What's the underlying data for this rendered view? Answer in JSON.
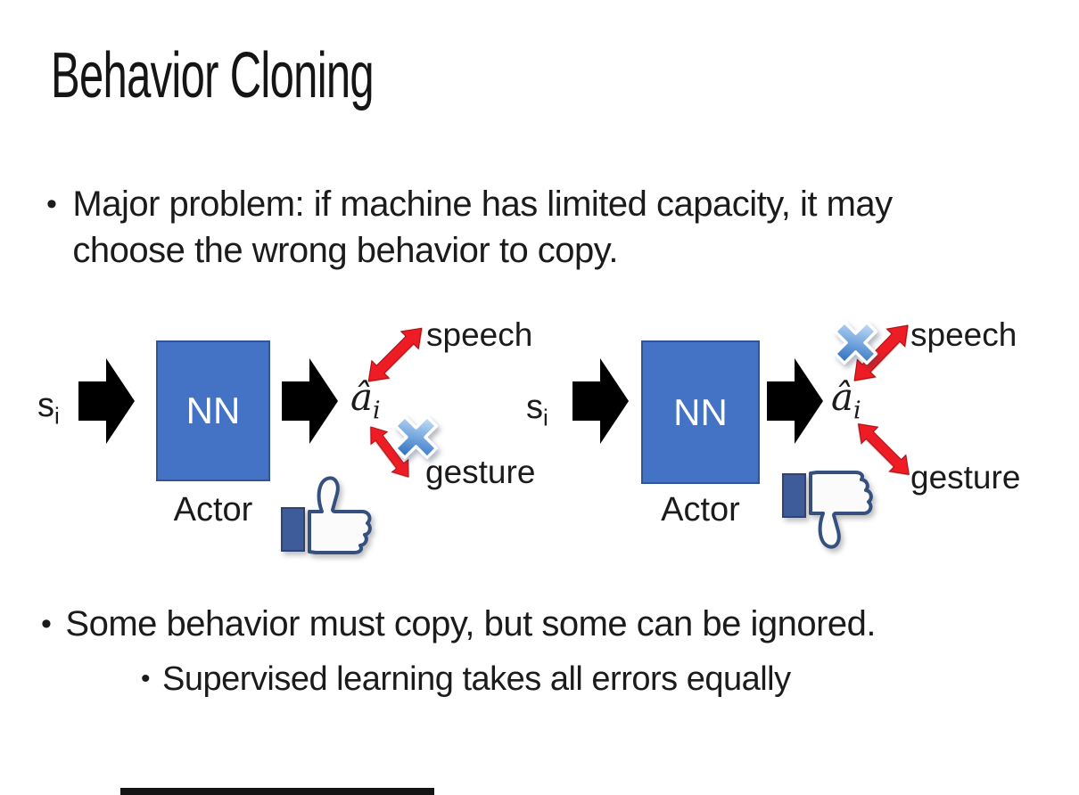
{
  "slide": {
    "title": "Behavior Cloning",
    "bullet_marker": "•",
    "bullets": {
      "major_problem": "Major problem: if machine has limited capacity, it may choose the wrong behavior to copy.",
      "some_behavior": "Some behavior must copy, but some can be ignored.",
      "supervised": "Supervised learning takes all errors equally"
    },
    "diagrams": {
      "left": {
        "input_main": "s",
        "input_sub": "i",
        "nn_label": "NN",
        "output_main": "â",
        "output_sub": "i",
        "actor_label": "Actor",
        "speech_label": "speech",
        "gesture_label": "gesture",
        "crossed_out": "gesture",
        "feedback_icon": "thumbs-up"
      },
      "right": {
        "input_main": "s",
        "input_sub": "i",
        "nn_label": "NN",
        "output_main": "â",
        "output_sub": "i",
        "actor_label": "Actor",
        "speech_label": "speech",
        "gesture_label": "gesture",
        "crossed_out": "speech",
        "feedback_icon": "thumbs-down"
      }
    },
    "colors": {
      "nn_box": "#4472C4",
      "nn_box_border": "#2F5597",
      "black_arrow": "#000000",
      "red_arrow": "#EE1C25",
      "cross_blue_light": "#CFE3F7",
      "cross_blue_dark": "#3A7BC8",
      "thumb_navy": "#3B5998",
      "text": "#1B1B1B",
      "background": "#FFFFFF"
    }
  }
}
